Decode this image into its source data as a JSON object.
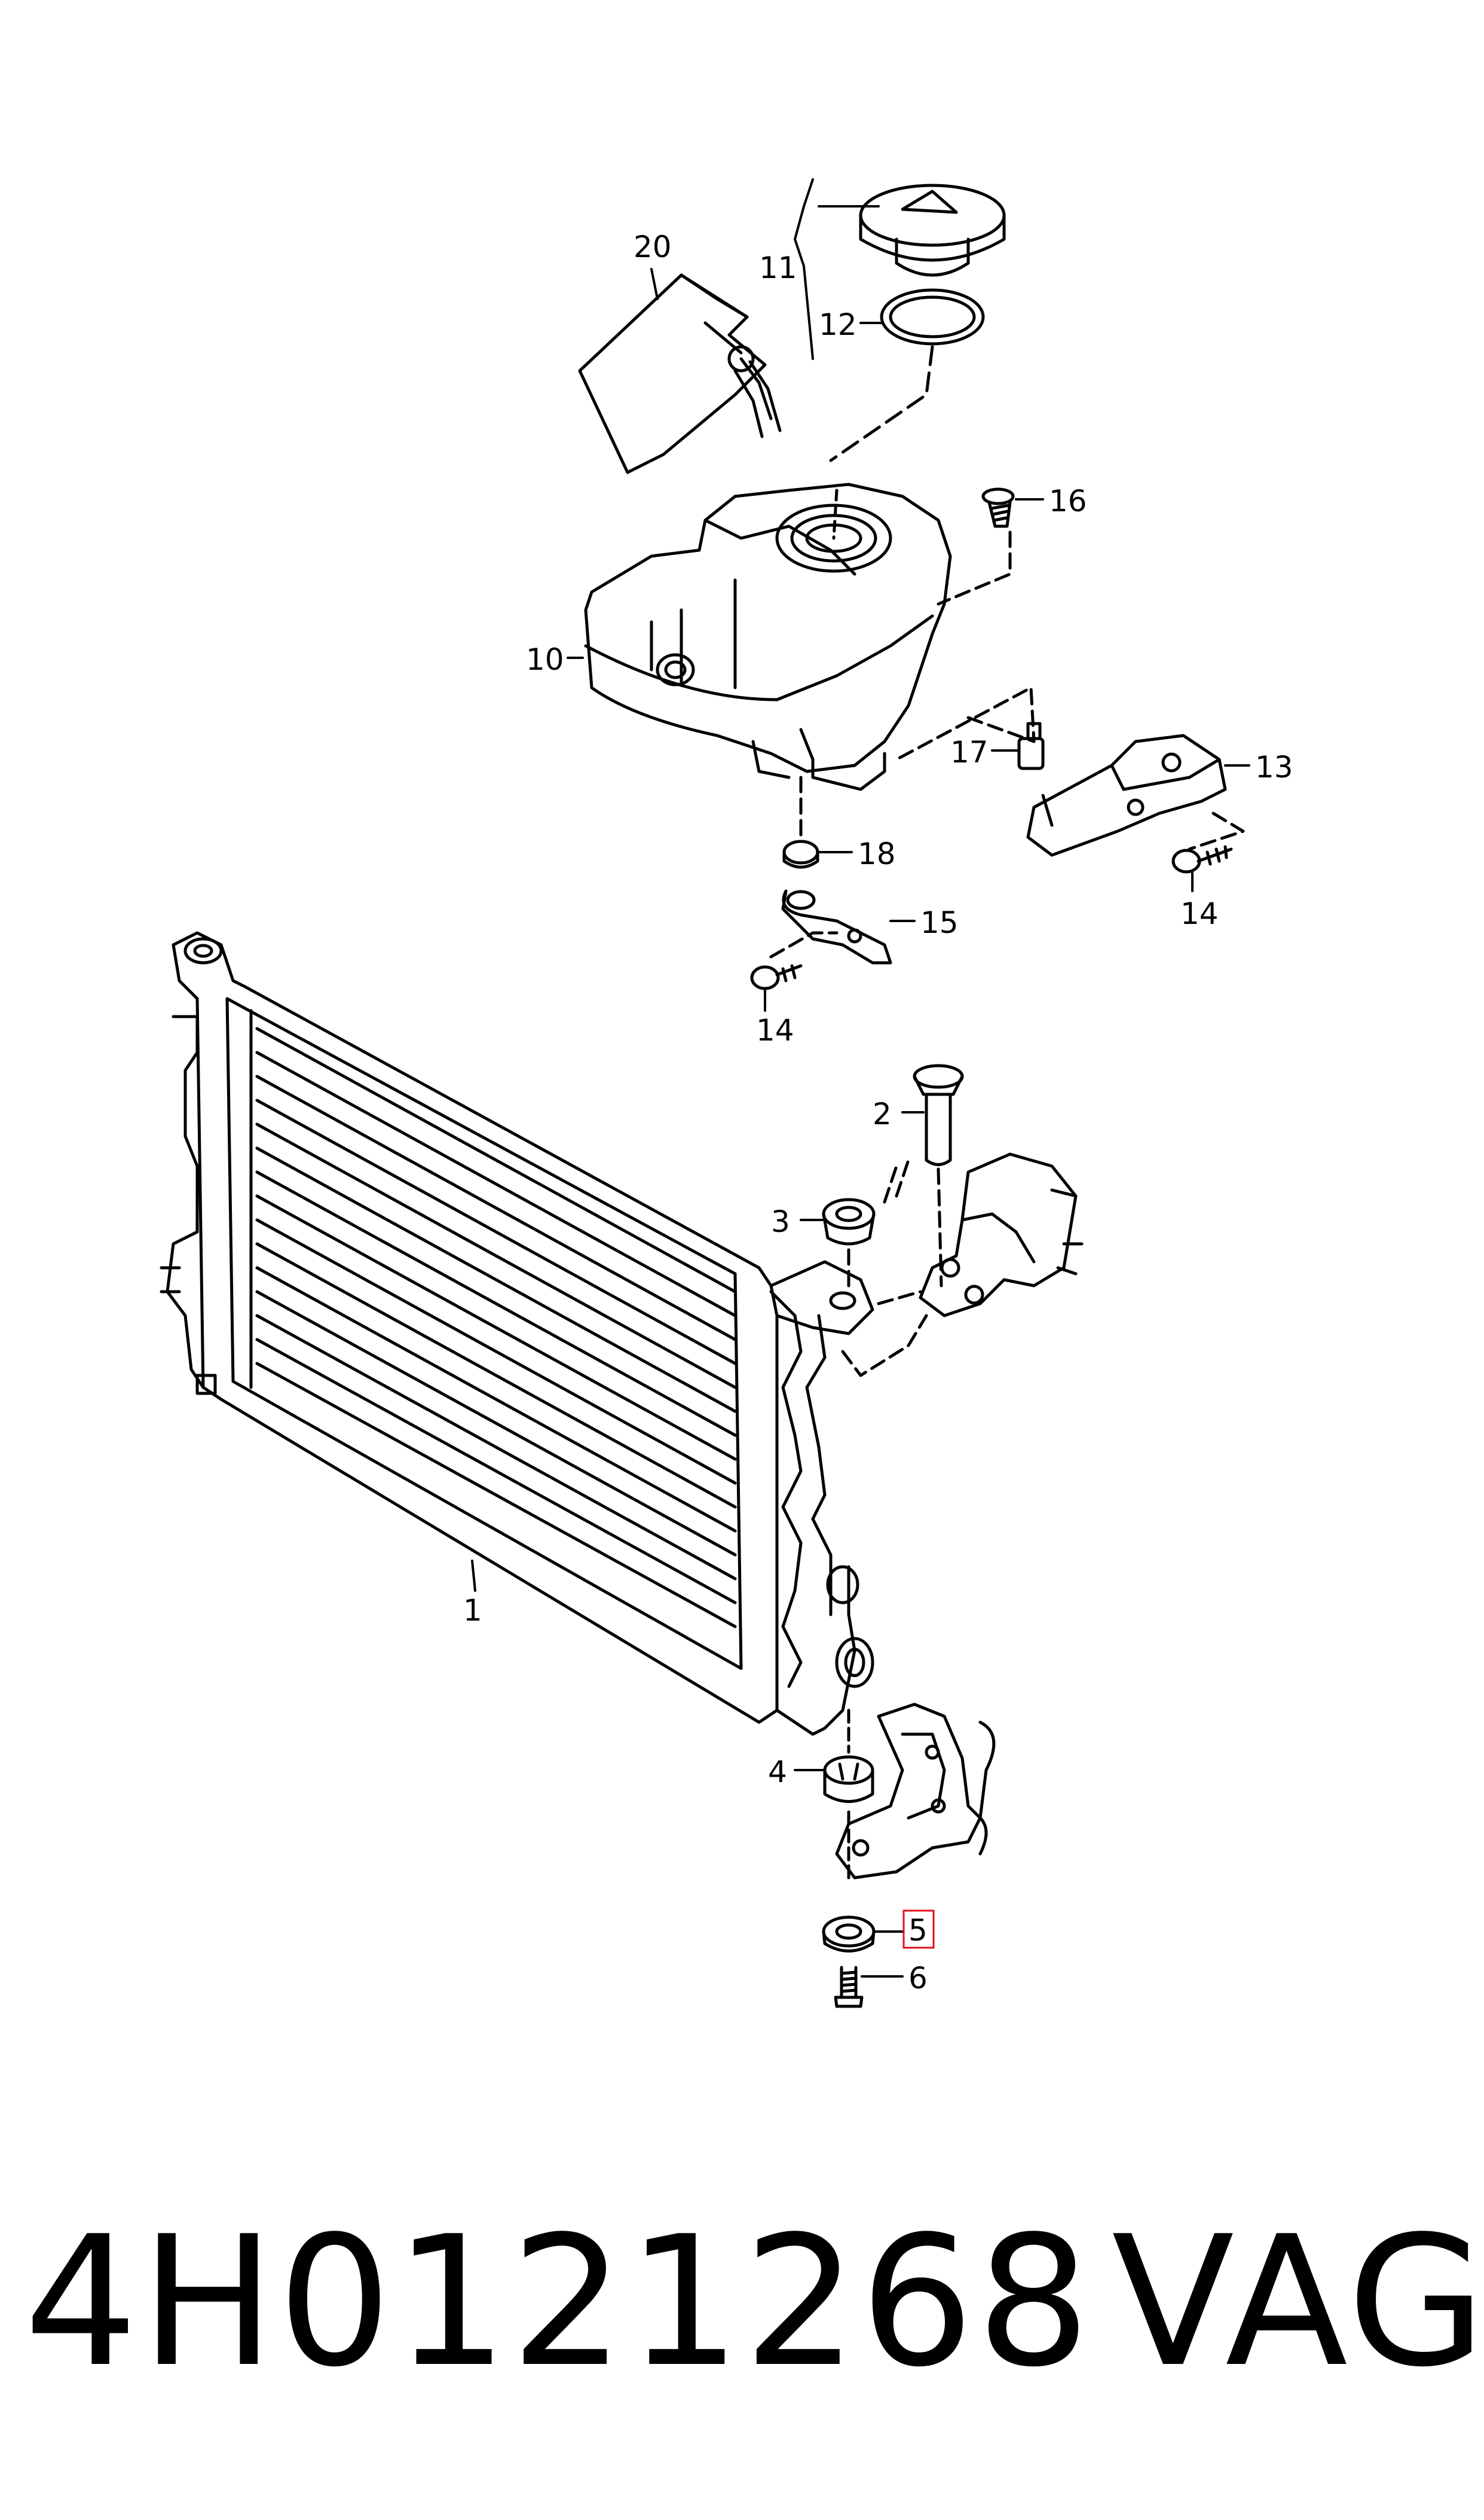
{
  "callouts": {
    "c1": "1",
    "c2": "2",
    "c3": "3",
    "c4": "4",
    "c5": "5",
    "c6": "6",
    "c10": "10",
    "c11": "11",
    "c12": "12",
    "c13": "13",
    "c14a": "14",
    "c14b": "14",
    "c15": "15",
    "c16": "16",
    "c17": "17",
    "c18": "18",
    "c20": "20"
  },
  "highlight_color": "#e0101e",
  "footer": {
    "part_number": "4H0121268",
    "brand": "VAG"
  }
}
